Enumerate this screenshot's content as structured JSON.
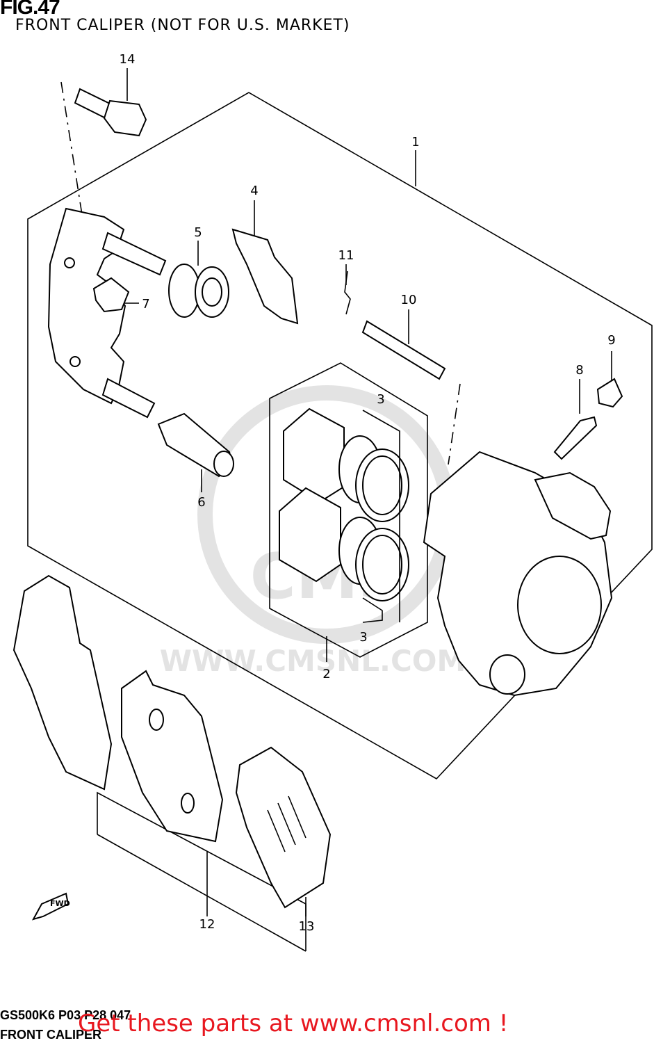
{
  "figure": {
    "number": "FIG.47",
    "title": "FRONT CALIPER (NOT FOR U.S. MARKET)"
  },
  "part_labels": [
    "1",
    "2",
    "3",
    "3",
    "4",
    "5",
    "6",
    "7",
    "8",
    "9",
    "10",
    "11",
    "12",
    "13",
    "14"
  ],
  "watermark": "WWW.CMSNL.COM",
  "watermark_logo": "CMS",
  "footer": {
    "code": "GS500K6 P03 P28 047",
    "name": "FRONT CALIPER",
    "promo": "Get these parts at www.cmsnl.com !"
  },
  "fwd_label": "FWD",
  "colors": {
    "promo": "#e8171f",
    "watermark": "#e3e3e3"
  }
}
